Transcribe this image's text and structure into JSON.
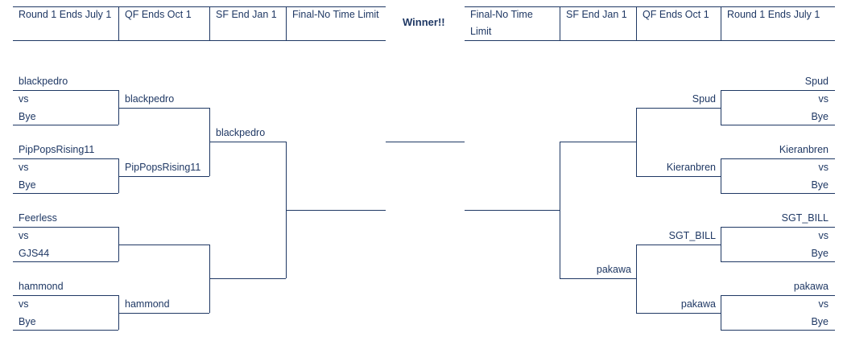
{
  "headers": {
    "left": [
      "Round 1 Ends July 1",
      "QF Ends Oct 1",
      "SF End Jan 1",
      "Final-No Time Limit"
    ],
    "winner": "Winner!!",
    "right": [
      "Final-No Time Limit",
      "SF End Jan 1",
      "QF Ends Oct 1",
      "Round 1 Ends July 1"
    ]
  },
  "left": {
    "round1": [
      {
        "top": "blackpedro",
        "vs": "vs",
        "bottom": "Bye"
      },
      {
        "top": "PipPopsRising11",
        "vs": "vs",
        "bottom": "Bye"
      },
      {
        "top": "Feerless",
        "vs": "vs",
        "bottom": "GJS44"
      },
      {
        "top": "hammond",
        "vs": "vs",
        "bottom": "Bye"
      }
    ],
    "qf": [
      "blackpedro",
      "PipPopsRising11",
      "",
      "hammond"
    ],
    "sf": [
      "blackpedro",
      ""
    ],
    "final": ""
  },
  "right": {
    "round1": [
      {
        "top": "Spud",
        "vs": "vs",
        "bottom": "Bye"
      },
      {
        "top": "Kieranbren",
        "vs": "vs",
        "bottom": "Bye"
      },
      {
        "top": "SGT_BILL",
        "vs": "vs",
        "bottom": "Bye"
      },
      {
        "top": "pakawa",
        "vs": "vs",
        "bottom": "Bye"
      }
    ],
    "qf": [
      "Spud",
      "Kieranbren",
      "SGT_BILL",
      "pakawa"
    ],
    "sf": [
      "",
      "pakawa"
    ],
    "final": ""
  }
}
